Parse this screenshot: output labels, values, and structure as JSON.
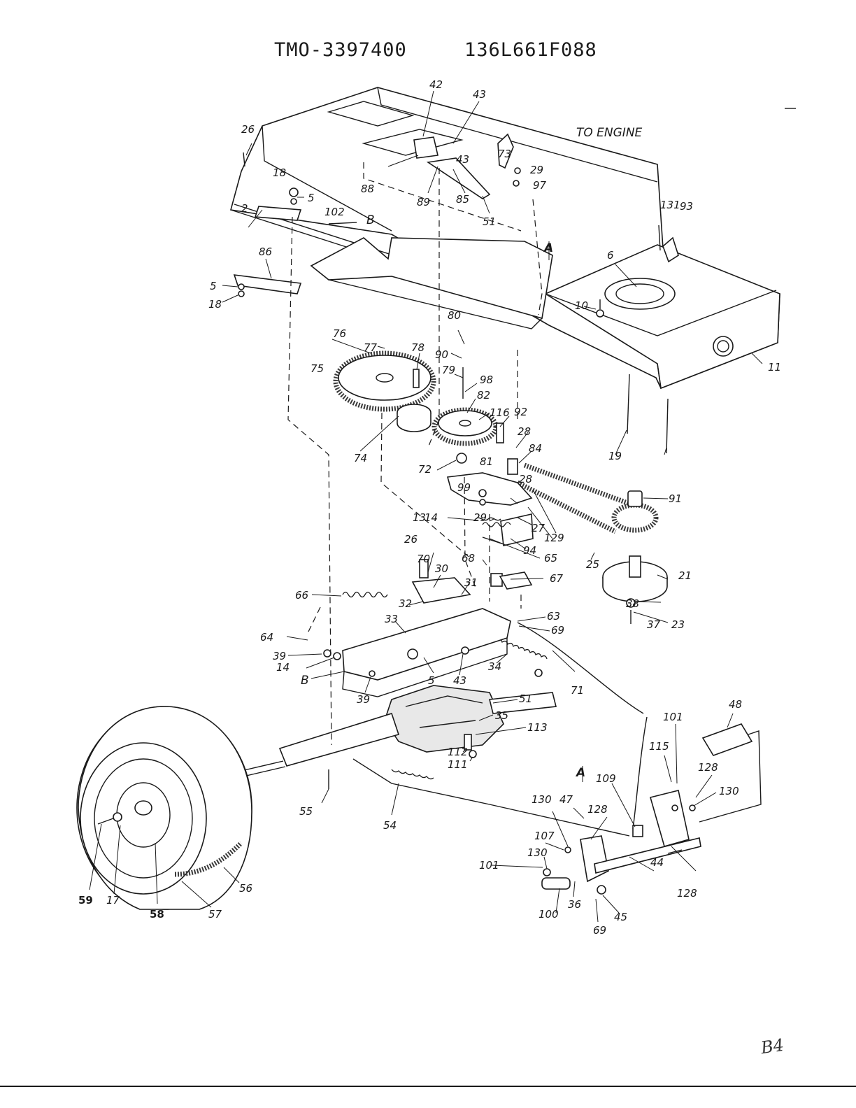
{
  "header": {
    "model_number": "TMO-3397400",
    "part_number": "136L661F088"
  },
  "labels": {
    "to_engine": "TO ENGINE",
    "ref_a": "A",
    "ref_b": "B"
  },
  "callouts": [
    "2",
    "5",
    "6",
    "10",
    "11",
    "13",
    "14",
    "17",
    "18",
    "19",
    "21",
    "23",
    "25",
    "26",
    "27",
    "28",
    "29",
    "30",
    "31",
    "32",
    "33",
    "34",
    "35",
    "36",
    "37",
    "38",
    "39",
    "42",
    "43",
    "44",
    "45",
    "47",
    "48",
    "51",
    "54",
    "55",
    "56",
    "57",
    "58",
    "59",
    "63",
    "64",
    "65",
    "66",
    "67",
    "68",
    "69",
    "70",
    "71",
    "72",
    "73",
    "74",
    "75",
    "76",
    "77",
    "78",
    "79",
    "80",
    "81",
    "82",
    "84",
    "85",
    "86",
    "88",
    "89",
    "90",
    "91",
    "92",
    "93",
    "94",
    "97",
    "98",
    "99",
    "100",
    "101",
    "102",
    "107",
    "109",
    "111",
    "112",
    "113",
    "115",
    "116",
    "128",
    "129",
    "130",
    "131"
  ],
  "page_mark": "B4"
}
